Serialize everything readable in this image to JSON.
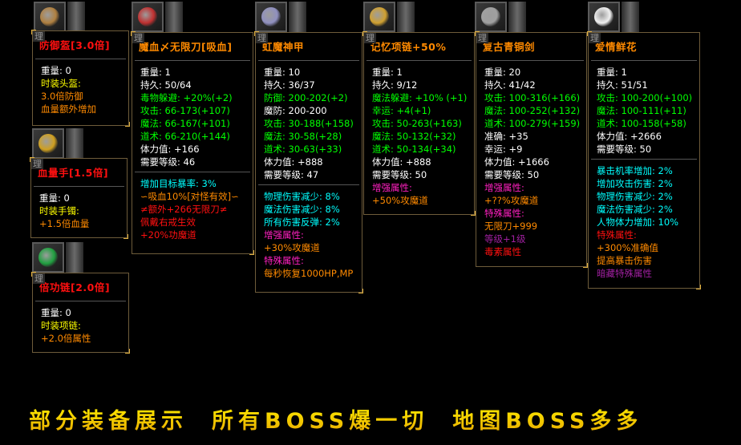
{
  "colors": {
    "white": "#ffffff",
    "yellow": "#ffff00",
    "orange": "#ff8a00",
    "green": "#00ff00",
    "cyan": "#00ffff",
    "magenta": "#ff20c0",
    "red": "#ff1010",
    "purple": "#a020a0",
    "title_red": "#ff1010",
    "title_orange": "#ff8a00"
  },
  "tab_label": "理",
  "items": [
    {
      "id": "helmet",
      "icon": "helmet-icon",
      "icon_color": "#b08040",
      "title": "防御盔[3.0倍]",
      "title_color": "title_red",
      "sections": [
        [
          {
            "t": "重量: 0",
            "c": "white"
          },
          {
            "t": "时装头盔:",
            "c": "yellow"
          },
          {
            "t": "3.0倍防御",
            "c": "orange"
          },
          {
            "t": "血量额外增加",
            "c": "orange"
          }
        ]
      ]
    },
    {
      "id": "bracelet",
      "icon": "bracelet-icon",
      "icon_color": "#d0a020",
      "title": "血量手[1.5倍]",
      "title_color": "title_red",
      "sections": [
        [
          {
            "t": "重量: 0",
            "c": "white"
          },
          {
            "t": "时装手镯:",
            "c": "yellow"
          },
          {
            "t": "+1.5倍血量",
            "c": "orange"
          }
        ]
      ]
    },
    {
      "id": "fashion-necklace",
      "icon": "necklace-icon",
      "icon_color": "#20a040",
      "title": "倍功链[2.0倍]",
      "title_color": "title_red",
      "sections": [
        [
          {
            "t": "重量: 0",
            "c": "white"
          },
          {
            "t": "时装项链:",
            "c": "yellow"
          },
          {
            "t": "+2.0倍属性",
            "c": "orange"
          }
        ]
      ]
    },
    {
      "id": "ring",
      "icon": "ring-icon",
      "icon_color": "#c03030",
      "title": "魔血〆无限刀[吸血]",
      "title_color": "title_orange",
      "sections": [
        [
          {
            "t": "重量: 1",
            "c": "white"
          },
          {
            "t": "持久: 50/64",
            "c": "white"
          },
          {
            "t": "毒物躲避: +20%(+2)",
            "c": "green"
          },
          {
            "t": "攻击: 66-173(+107)",
            "c": "green"
          },
          {
            "t": "魔法: 66-167(+101)",
            "c": "green"
          },
          {
            "t": "道术: 66-210(+144)",
            "c": "green"
          },
          {
            "t": "体力值: +166",
            "c": "white"
          },
          {
            "t": "需要等级: 46",
            "c": "white"
          }
        ],
        [
          {
            "t": "增加目标暴率: 3%",
            "c": "cyan"
          },
          {
            "t": "∽吸血10%[对怪有效]∽",
            "c": "orange"
          },
          {
            "t": "≠额外+266无限刀≠",
            "c": "red"
          },
          {
            "t": "佩戴右戒生效",
            "c": "red"
          },
          {
            "t": "+20%功魔道",
            "c": "red"
          }
        ]
      ]
    },
    {
      "id": "armor",
      "icon": "armor-icon",
      "icon_color": "#9090c0",
      "title": "虹魔神甲",
      "title_color": "title_orange",
      "sections": [
        [
          {
            "t": "重量: 10",
            "c": "white"
          },
          {
            "t": "持久: 36/37",
            "c": "white"
          },
          {
            "t": "防御: 200-202(+2)",
            "c": "green"
          },
          {
            "t": "魔防: 200-200",
            "c": "white"
          },
          {
            "t": "攻击: 30-188(+158)",
            "c": "green"
          },
          {
            "t": "魔法: 30-58(+28)",
            "c": "green"
          },
          {
            "t": "道术: 30-63(+33)",
            "c": "green"
          },
          {
            "t": "体力值: +888",
            "c": "white"
          },
          {
            "t": "需要等级: 47",
            "c": "white"
          }
        ],
        [
          {
            "t": "物理伤害减少: 8%",
            "c": "cyan"
          },
          {
            "t": "魔法伤害减少: 8%",
            "c": "cyan"
          },
          {
            "t": "所有伤害反弹: 2%",
            "c": "cyan"
          },
          {
            "t": "增强属性:",
            "c": "magenta"
          },
          {
            "t": "+30%攻魔道",
            "c": "orange"
          },
          {
            "t": "特殊属性:",
            "c": "magenta"
          },
          {
            "t": "每秒恢复1000HP,MP",
            "c": "orange"
          }
        ]
      ]
    },
    {
      "id": "memory-necklace",
      "icon": "necklace-icon",
      "icon_color": "#d0a030",
      "title": "记忆项链+50%",
      "title_color": "title_orange",
      "sections": [
        [
          {
            "t": "重量: 1",
            "c": "white"
          },
          {
            "t": "持久: 9/12",
            "c": "white"
          },
          {
            "t": "魔法躲避: +10% (+1)",
            "c": "green"
          },
          {
            "t": "幸运: +4(+1)",
            "c": "green"
          },
          {
            "t": "攻击: 50-263(+163)",
            "c": "green"
          },
          {
            "t": "魔法: 50-132(+32)",
            "c": "green"
          },
          {
            "t": "道术: 50-134(+34)",
            "c": "green"
          },
          {
            "t": "体力值: +888",
            "c": "white"
          },
          {
            "t": "需要等级: 50",
            "c": "white"
          },
          {
            "t": "增强属性:",
            "c": "magenta"
          },
          {
            "t": "+50%攻魔道",
            "c": "orange"
          }
        ]
      ]
    },
    {
      "id": "sword",
      "icon": "sword-icon",
      "icon_color": "#a0a0a0",
      "title": "复古青铜剑",
      "title_color": "title_orange",
      "sections": [
        [
          {
            "t": "重量: 20",
            "c": "white"
          },
          {
            "t": "持久: 41/42",
            "c": "white"
          },
          {
            "t": "攻击: 100-316(+166)",
            "c": "green"
          },
          {
            "t": "魔法: 100-252(+132)",
            "c": "green"
          },
          {
            "t": "道术: 100-279(+159)",
            "c": "green"
          },
          {
            "t": "准确: +35",
            "c": "white"
          },
          {
            "t": "幸运: +9",
            "c": "white"
          },
          {
            "t": "体力值: +1666",
            "c": "white"
          },
          {
            "t": "需要等级: 50",
            "c": "white"
          },
          {
            "t": "增强属性:",
            "c": "magenta"
          },
          {
            "t": "+??%攻魔道",
            "c": "orange"
          },
          {
            "t": "特殊属性:",
            "c": "magenta"
          },
          {
            "t": "无限刀+999",
            "c": "orange"
          },
          {
            "t": "等级+1级",
            "c": "purple"
          },
          {
            "t": "毒素属性",
            "c": "red"
          }
        ]
      ]
    },
    {
      "id": "flower",
      "icon": "flower-icon",
      "icon_color": "#f0f0f0",
      "title": "爱情鲜花",
      "title_color": "title_orange",
      "sections": [
        [
          {
            "t": "重量: 1",
            "c": "white"
          },
          {
            "t": "持久: 51/51",
            "c": "white"
          },
          {
            "t": "攻击: 100-200(+100)",
            "c": "green"
          },
          {
            "t": "魔法: 100-111(+11)",
            "c": "green"
          },
          {
            "t": "道术: 100-158(+58)",
            "c": "green"
          },
          {
            "t": "体力值: +2666",
            "c": "white"
          },
          {
            "t": "需要等级: 50",
            "c": "white"
          }
        ],
        [
          {
            "t": "暴击机率增加: 2%",
            "c": "cyan"
          },
          {
            "t": "增加攻击伤害: 2%",
            "c": "cyan"
          },
          {
            "t": "物理伤害减少: 2%",
            "c": "cyan"
          },
          {
            "t": "魔法伤害减少: 2%",
            "c": "cyan"
          },
          {
            "t": "人物体力增加: 10%",
            "c": "cyan"
          },
          {
            "t": "特殊属性:",
            "c": "red"
          },
          {
            "t": "+300%准确值",
            "c": "orange"
          },
          {
            "t": "提高暴击伤害",
            "c": "orange"
          },
          {
            "t": "暗藏特殊属性",
            "c": "purple"
          }
        ]
      ]
    }
  ],
  "banner": {
    "part1": "部分装备展示",
    "part2": "所有BOSS爆一切",
    "part3": "地图BOSS多多"
  }
}
